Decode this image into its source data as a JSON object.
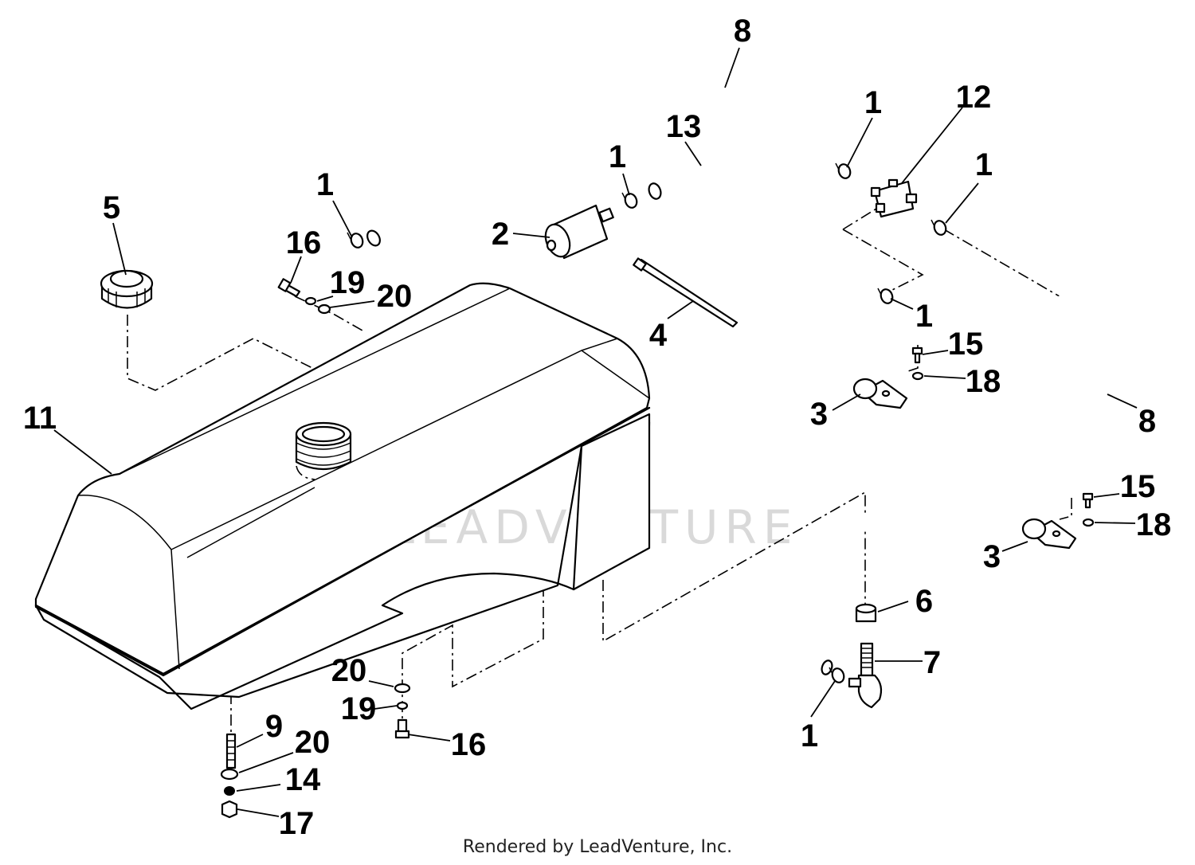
{
  "watermark": "LEADVENTURE",
  "credit": "Rendered by LeadVenture, Inc.",
  "callouts": [
    {
      "id": "c8a",
      "label": "8"
    },
    {
      "id": "c8b",
      "label": "8"
    },
    {
      "id": "c1a",
      "label": "1"
    },
    {
      "id": "c1b",
      "label": "1"
    },
    {
      "id": "c1c",
      "label": "1"
    },
    {
      "id": "c1d",
      "label": "1"
    },
    {
      "id": "c1e",
      "label": "1"
    },
    {
      "id": "c1f",
      "label": "1"
    },
    {
      "id": "c12",
      "label": "12"
    },
    {
      "id": "c13",
      "label": "13"
    },
    {
      "id": "c5",
      "label": "5"
    },
    {
      "id": "c2",
      "label": "2"
    },
    {
      "id": "c16a",
      "label": "16"
    },
    {
      "id": "c16b",
      "label": "16"
    },
    {
      "id": "c19a",
      "label": "19"
    },
    {
      "id": "c19b",
      "label": "19"
    },
    {
      "id": "c20a",
      "label": "20"
    },
    {
      "id": "c20b",
      "label": "20"
    },
    {
      "id": "c20c",
      "label": "20"
    },
    {
      "id": "c4",
      "label": "4"
    },
    {
      "id": "c15a",
      "label": "15"
    },
    {
      "id": "c15b",
      "label": "15"
    },
    {
      "id": "c18a",
      "label": "18"
    },
    {
      "id": "c18b",
      "label": "18"
    },
    {
      "id": "c3a",
      "label": "3"
    },
    {
      "id": "c3b",
      "label": "3"
    },
    {
      "id": "c11",
      "label": "11"
    },
    {
      "id": "c6",
      "label": "6"
    },
    {
      "id": "c7",
      "label": "7"
    },
    {
      "id": "c9",
      "label": "9"
    },
    {
      "id": "c14",
      "label": "14"
    },
    {
      "id": "c17",
      "label": "17"
    }
  ]
}
